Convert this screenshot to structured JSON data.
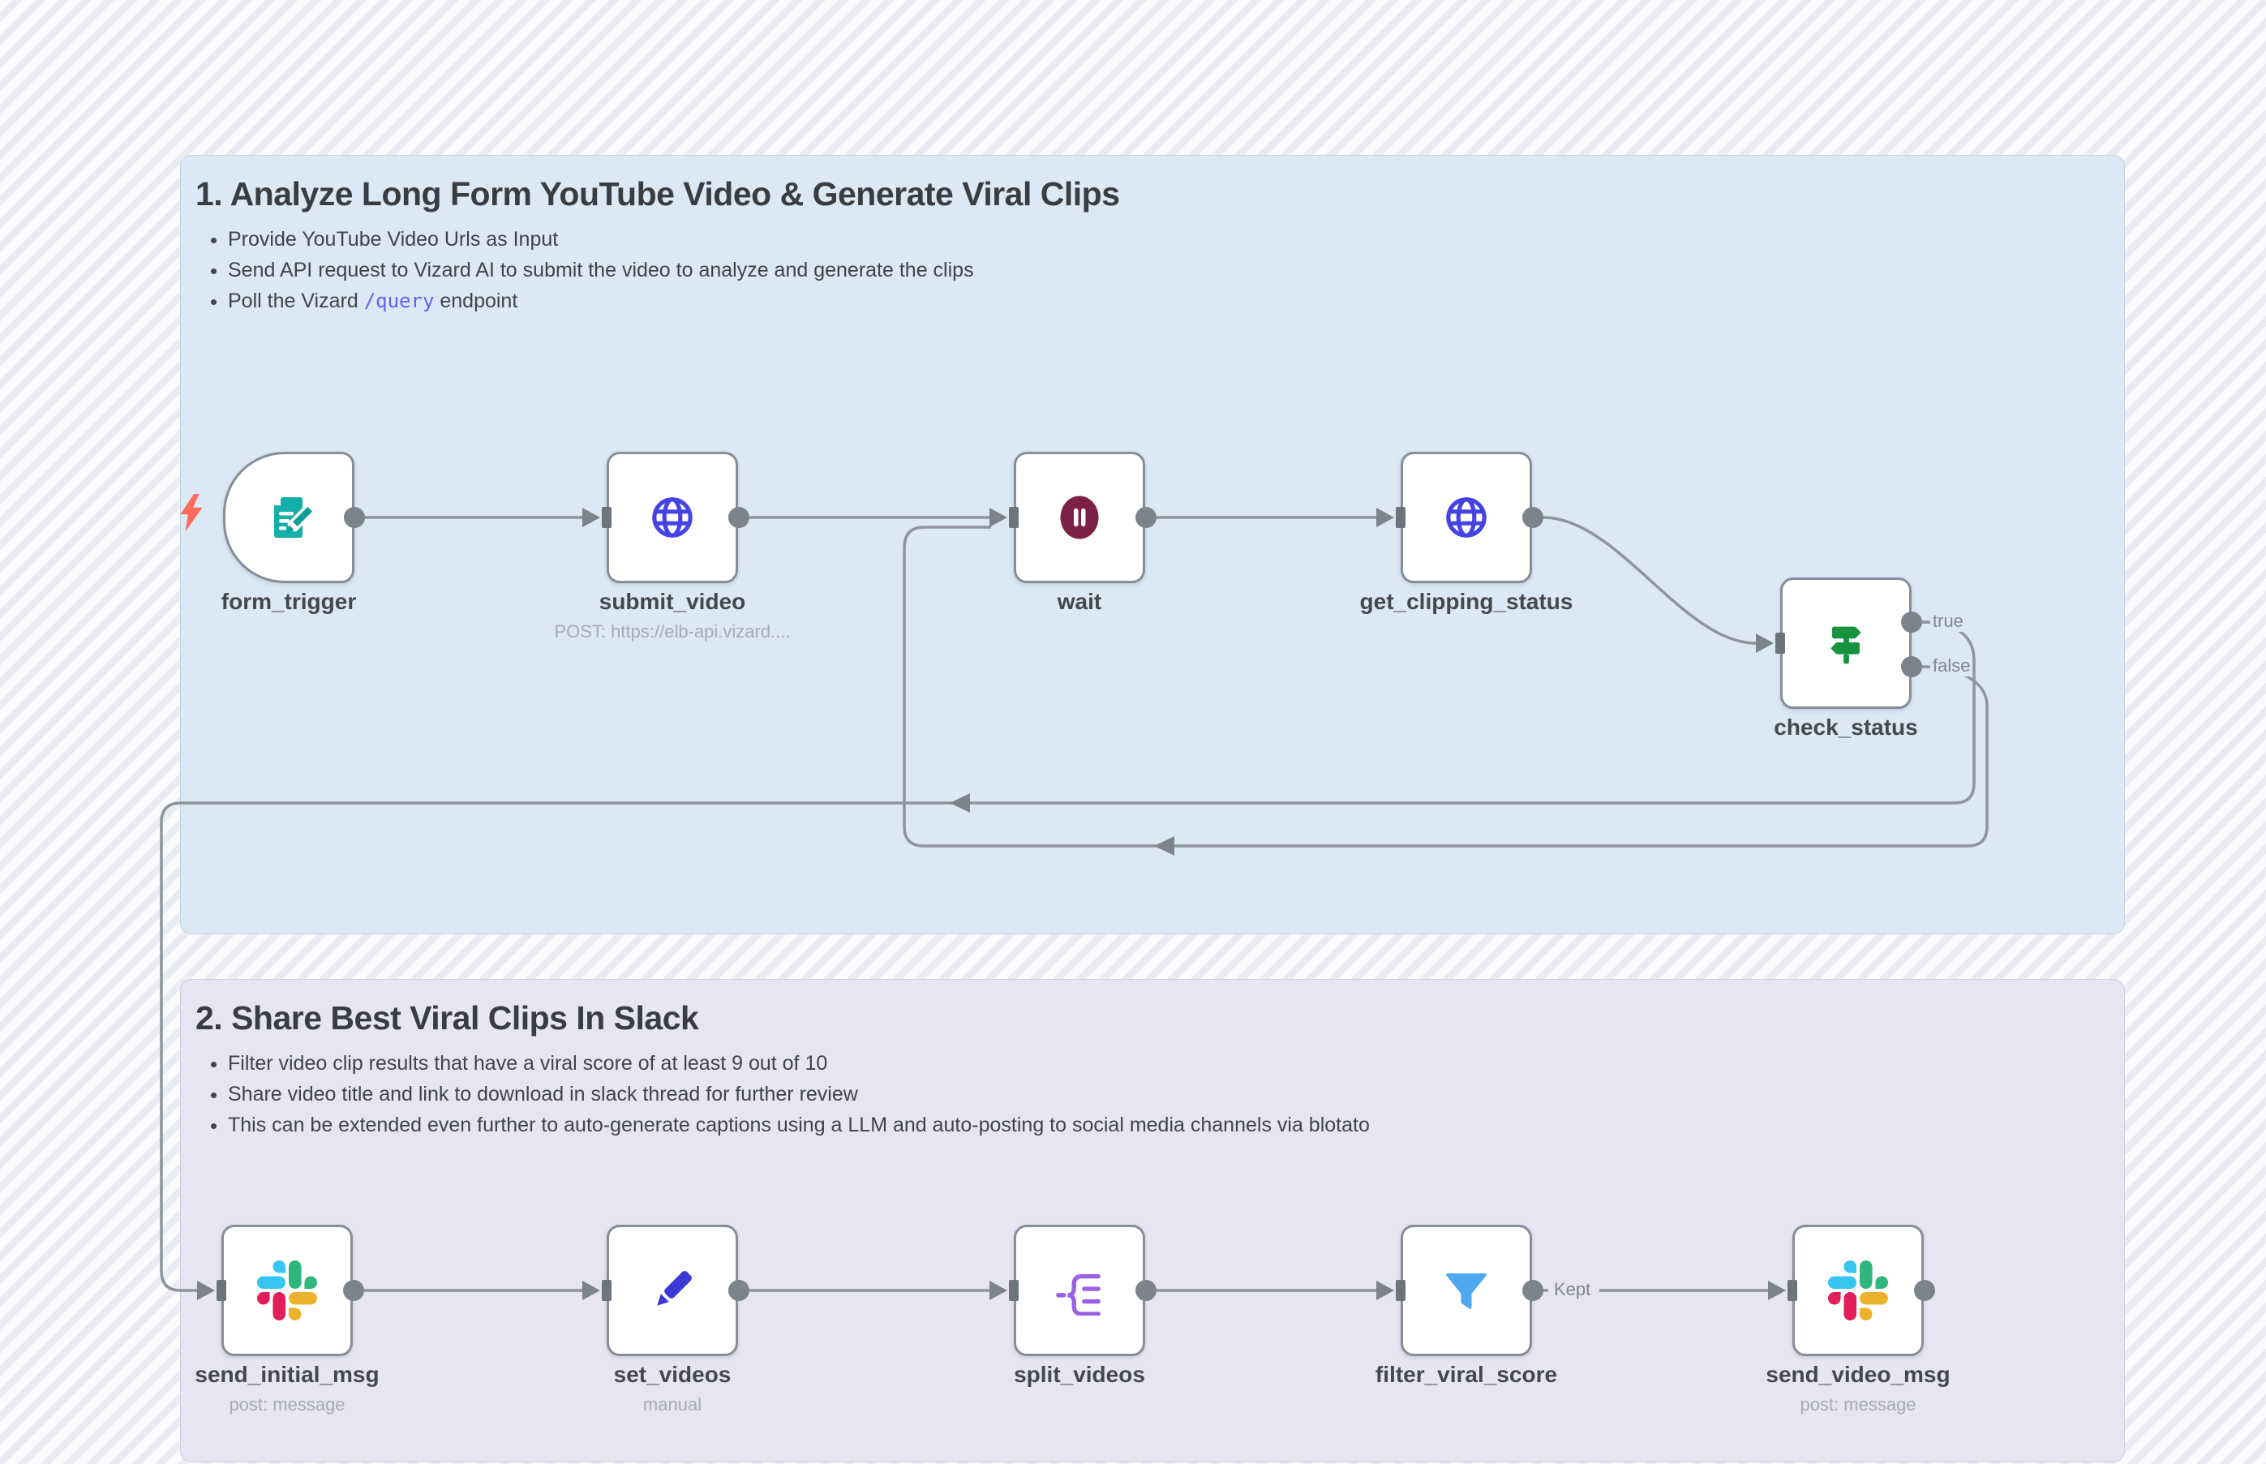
{
  "colors": {
    "canvas_stripe": "#ebebf3",
    "zone1_bg": "#dbe8f5",
    "zone2_bg": "#e7e4f4",
    "edge_gray": "#8d949d",
    "node_border": "#878e97",
    "code_purple": "#655ff0",
    "bolt_orange": "#FF6B5B",
    "form_teal": "#13AFA8",
    "globe_indigo": "#4543E4",
    "pause_maroon": "#7B2145",
    "signpost_green": "#17923F",
    "pencil_blue": "#3B3AD6",
    "split_purple": "#9B5FE6",
    "funnel_blue": "#4EA8F2",
    "slack_blue": "#36C5F0",
    "slack_green": "#2EB67D",
    "slack_yellow": "#ECB22E",
    "slack_red": "#E01E5A"
  },
  "sections": [
    {
      "title": "1. Analyze Long Form YouTube Video & Generate Viral Clips",
      "bullets": [
        {
          "pre": "Provide YouTube Video Urls as Input",
          "code": "",
          "post": ""
        },
        {
          "pre": "Send API request to Vizard AI to submit the video to analyze and generate the clips",
          "code": "",
          "post": ""
        },
        {
          "pre": "Poll the Vizard ",
          "code": "/query",
          "post": " endpoint"
        }
      ]
    },
    {
      "title": "2. Share Best Viral Clips In Slack",
      "bullets": [
        {
          "pre": "Filter video clip results that have a viral score of at least 9 out of 10",
          "code": "",
          "post": ""
        },
        {
          "pre": "Share video title and link to download in slack thread for further review",
          "code": "",
          "post": ""
        },
        {
          "pre": "This can be extended even further to auto-generate captions using a LLM and auto-posting to social media channels via blotato",
          "code": "",
          "post": ""
        }
      ]
    }
  ],
  "nodes": [
    {
      "id": "form_trigger",
      "label": "form_trigger",
      "subtitle": "",
      "icon": "form-icon"
    },
    {
      "id": "submit_video",
      "label": "submit_video",
      "subtitle": "POST: https://elb-api.vizard....",
      "icon": "globe-icon"
    },
    {
      "id": "wait",
      "label": "wait",
      "subtitle": "",
      "icon": "pause-icon"
    },
    {
      "id": "get_clipping_status",
      "label": "get_clipping_status",
      "subtitle": "",
      "icon": "globe-icon"
    },
    {
      "id": "check_status",
      "label": "check_status",
      "subtitle": "",
      "icon": "signpost-icon"
    },
    {
      "id": "send_initial_msg",
      "label": "send_initial_msg",
      "subtitle": "post: message",
      "icon": "slack-icon"
    },
    {
      "id": "set_videos",
      "label": "set_videos",
      "subtitle": "manual",
      "icon": "pencil-icon"
    },
    {
      "id": "split_videos",
      "label": "split_videos",
      "subtitle": "",
      "icon": "split-icon"
    },
    {
      "id": "filter_viral_score",
      "label": "filter_viral_score",
      "subtitle": "",
      "icon": "funnel-icon"
    },
    {
      "id": "send_video_msg",
      "label": "send_video_msg",
      "subtitle": "post: message",
      "icon": "slack-icon"
    }
  ],
  "edge_labels": {
    "true_label": "true",
    "false_label": "false",
    "kept_label": "Kept"
  }
}
